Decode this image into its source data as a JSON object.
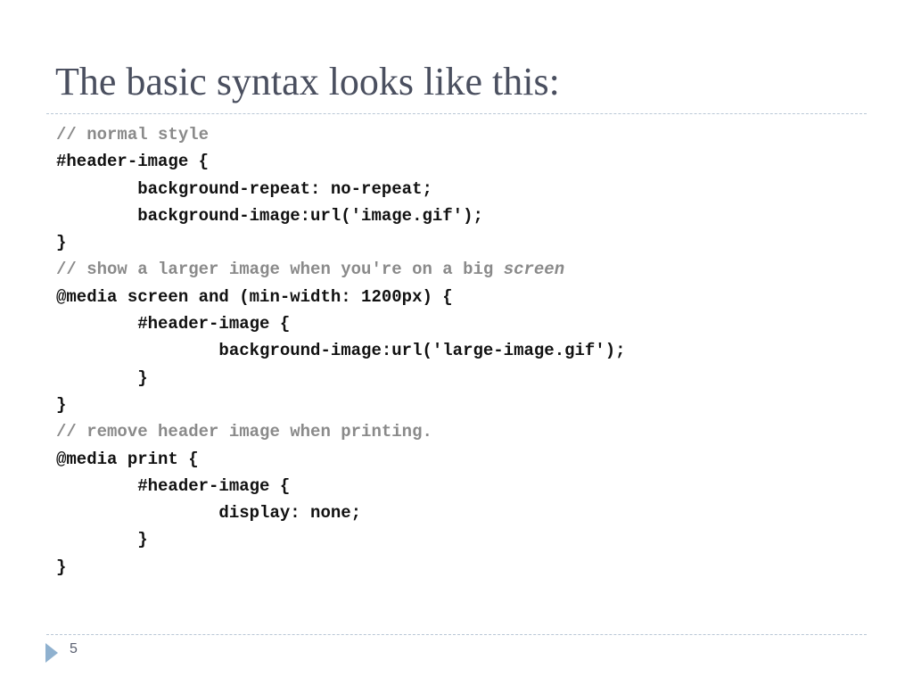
{
  "slide": {
    "title": "The basic syntax looks like this:",
    "page_number": "5",
    "colors": {
      "title": "#4a4f5f",
      "comment": "#8a8a8a",
      "code": "#111111",
      "divider": "#b9c7d6",
      "footer_arrow": "#8fb1cf"
    },
    "footer_icon": "triangle-bullet-icon"
  },
  "code": {
    "lines": [
      {
        "text": "// normal style",
        "kind": "comment"
      },
      {
        "text": "#header-image {",
        "kind": "code"
      },
      {
        "text": "        background-repeat: no-repeat;",
        "kind": "code"
      },
      {
        "text": "        background-image:url('image.gif');",
        "kind": "code"
      },
      {
        "text": "}",
        "kind": "code"
      },
      {
        "text": "// show a larger image when you're on a big ",
        "emphasis": "screen",
        "kind": "comment"
      },
      {
        "text": "@media screen and (min-width: 1200px) {",
        "kind": "code"
      },
      {
        "text": "        #header-image {",
        "kind": "code"
      },
      {
        "text": "                background-image:url('large-image.gif');",
        "kind": "code"
      },
      {
        "text": "        }",
        "kind": "code"
      },
      {
        "text": "}",
        "kind": "code"
      },
      {
        "text": "// remove header image when printing.",
        "kind": "comment"
      },
      {
        "text": "@media print {",
        "kind": "code"
      },
      {
        "text": "        #header-image {",
        "kind": "code"
      },
      {
        "text": "                display: none;",
        "kind": "code"
      },
      {
        "text": "        }",
        "kind": "code"
      },
      {
        "text": "}",
        "kind": "code"
      }
    ]
  }
}
